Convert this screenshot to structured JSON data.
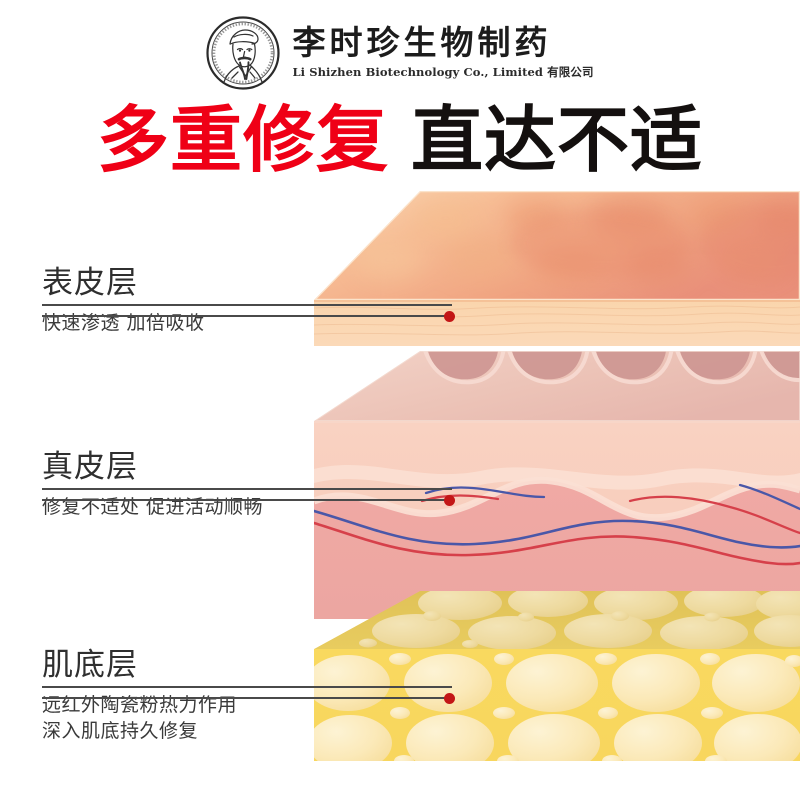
{
  "brand": {
    "seal_icon": "company-seal-portrait-icon",
    "name_cn": "李时珍生物制药",
    "name_en": "Li Shizhen Biotechnology Co., Limited 有限公司"
  },
  "headline": {
    "red_part": "多重修复",
    "black_part": "直达不适",
    "red_color": "#ef0016",
    "black_color": "#14100f"
  },
  "diagram": {
    "type": "skin-cross-section",
    "layers": [
      {
        "id": "epidermis",
        "title": "表皮层",
        "subtitle_lines": [
          "快速渗透 加倍吸收"
        ],
        "top_color": "#f2a07a",
        "side_color": "#fbd2ab",
        "marker_color": "#c31616"
      },
      {
        "id": "dermis",
        "title": "真皮层",
        "subtitle_lines": [
          "修复不适处 促进活动顺畅"
        ],
        "top_color": "#eec3b8",
        "body_color": "#f7cdbd",
        "papillae_color": "#d09a96",
        "artery_color": "#d6404a",
        "vein_color": "#4a57a8",
        "marker_color": "#c31616"
      },
      {
        "id": "hypodermis",
        "title": "肌底层",
        "subtitle_lines": [
          "远红外陶瓷粉热力作用",
          "深入肌底持久修复"
        ],
        "body_color": "#f8d862",
        "cell_color": "#fbeec0",
        "top_color": "#e3c65c",
        "marker_color": "#c31616"
      }
    ]
  }
}
